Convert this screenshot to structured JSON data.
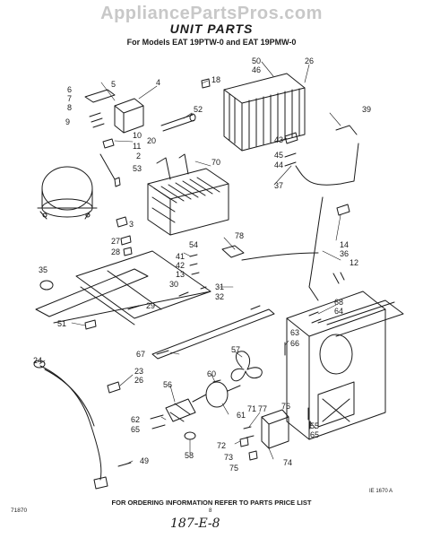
{
  "watermark": "AppliancePartsPros.com",
  "title": "UNIT PARTS",
  "subtitle": "For Models EAT 19PTW-0 and EAT 19PMW-0",
  "footer": "FOR ORDERING INFORMATION REFER TO PARTS PRICE LIST",
  "code_left": "71870",
  "code_right": "IE 1670 A",
  "page_dot": "8",
  "handwritten": "187-E-8",
  "callouts": [
    "50",
    "46",
    "26",
    "5",
    "4",
    "18",
    "6",
    "7",
    "8",
    "9",
    "52",
    "39",
    "10",
    "11",
    "20",
    "70",
    "2",
    "53",
    "43",
    "45",
    "44",
    "37",
    "3",
    "27",
    "28",
    "54",
    "78",
    "14",
    "36",
    "12",
    "41",
    "42",
    "13",
    "30",
    "31",
    "32",
    "35",
    "29",
    "51",
    "68",
    "64",
    "63",
    "66",
    "67",
    "57",
    "24",
    "23",
    "26",
    "60",
    "56",
    "61",
    "62",
    "65",
    "58",
    "71",
    "77",
    "76",
    "55",
    "65",
    "72",
    "73",
    "75",
    "74",
    "49"
  ]
}
